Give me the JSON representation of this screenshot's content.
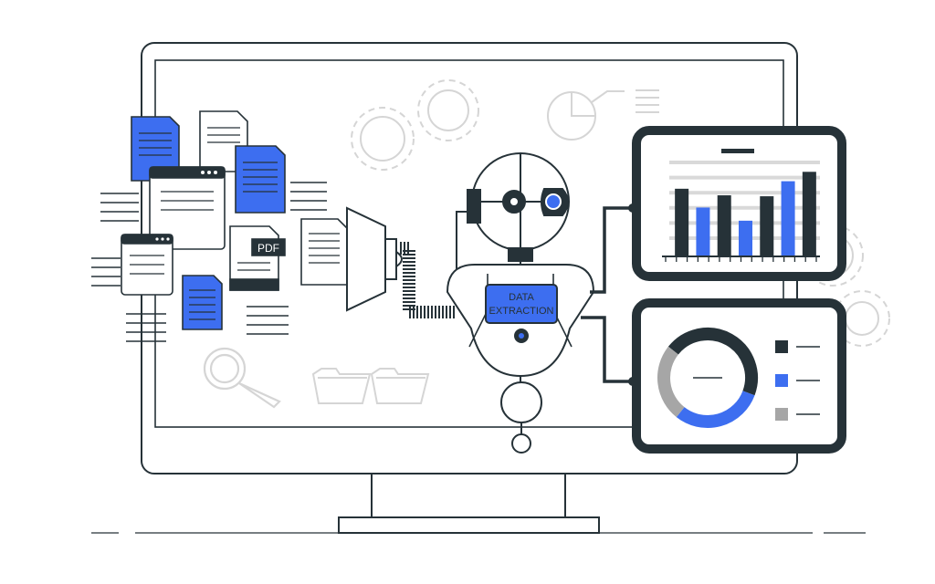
{
  "illustration": {
    "badge_line1": "DATA",
    "badge_line2": "EXTRACTION",
    "pdf_label": "PDF"
  },
  "colors": {
    "ink": "#263238",
    "accent": "#3d6ef0",
    "light_gray": "#d9d9d9",
    "mid_gray": "#a6a6a6",
    "bg": "#ffffff"
  },
  "icons": [
    "monitor-icon",
    "gear-icon",
    "pie-chart-icon",
    "document-icon",
    "browser-window-icon",
    "pdf-file-icon",
    "magnifier-icon",
    "folder-icon",
    "funnel-icon",
    "robot-icon",
    "bar-chart-icon",
    "donut-chart-icon"
  ],
  "chart_data": [
    {
      "type": "bar",
      "categories": [
        "",
        "",
        "",
        "",
        "",
        "",
        ""
      ],
      "values": [
        0.72,
        0.52,
        0.65,
        0.38,
        0.64,
        0.8,
        0.9
      ],
      "colors": [
        "#263238",
        "#3d6ef0",
        "#263238",
        "#3d6ef0",
        "#263238",
        "#3d6ef0",
        "#263238"
      ],
      "title": "",
      "xlabel": "",
      "ylabel": "",
      "ylim": [
        0,
        1
      ],
      "grid": true
    },
    {
      "type": "pie",
      "donut": true,
      "values": [
        0.45,
        0.3,
        0.25
      ],
      "colors": [
        "#263238",
        "#3d6ef0",
        "#a6a6a6"
      ],
      "legend": "right"
    }
  ]
}
